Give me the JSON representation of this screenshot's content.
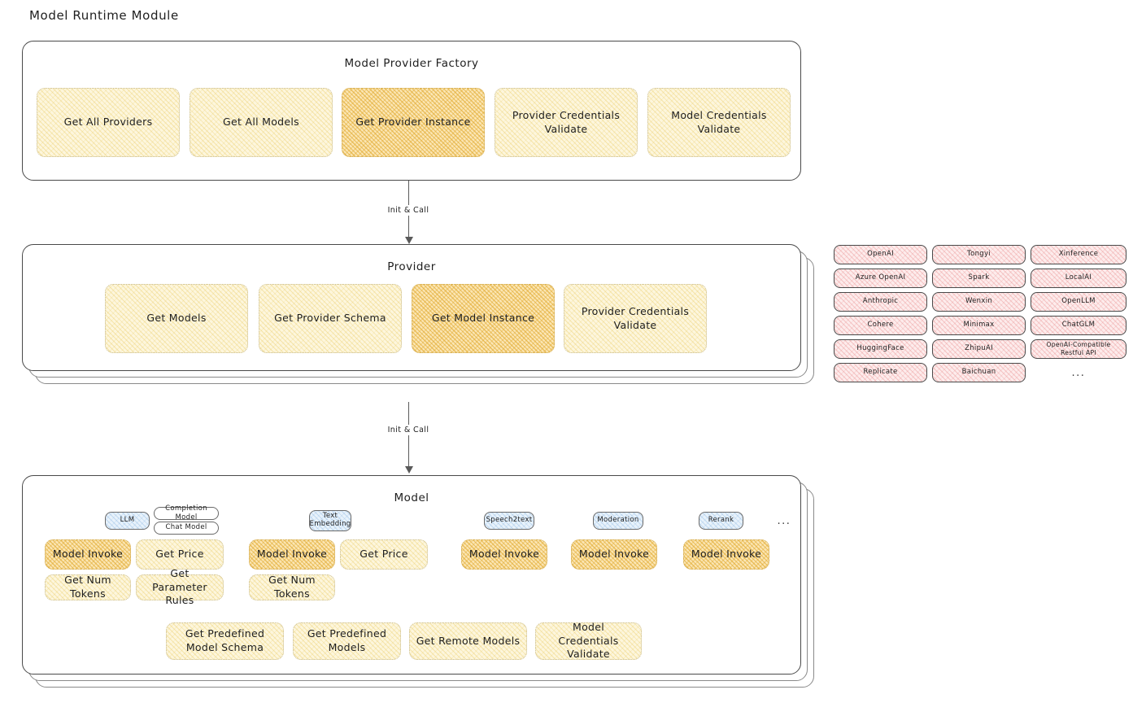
{
  "diagram": {
    "title": "Model Runtime Module",
    "connector_label": "Init & Call",
    "ellipsis": "..."
  },
  "colors": {
    "node_light": "#fdf6dd",
    "node_highlight": "#fbe6b4",
    "provider_chip": "#fdecec",
    "model_type_chip": "#e8f2fb",
    "panel_border": "#4a4a4a",
    "text": "#1e1e1e"
  },
  "factory": {
    "title": "Model Provider Factory",
    "nodes": [
      {
        "label": "Get All Providers",
        "highlight": false
      },
      {
        "label": "Get All Models",
        "highlight": false
      },
      {
        "label": "Get Provider Instance",
        "highlight": true
      },
      {
        "label": "Provider Credentials Validate",
        "highlight": false
      },
      {
        "label": "Model Credentials Validate",
        "highlight": false
      }
    ]
  },
  "provider": {
    "title": "Provider",
    "nodes": [
      {
        "label": "Get Models",
        "highlight": false
      },
      {
        "label": "Get Provider Schema",
        "highlight": false
      },
      {
        "label": "Get Model Instance",
        "highlight": true
      },
      {
        "label": "Provider Credentials Validate",
        "highlight": false
      }
    ]
  },
  "provider_list": {
    "columns": [
      [
        "OpenAI",
        "Azure OpenAI",
        "Anthropic",
        "Cohere",
        "HuggingFace",
        "Replicate"
      ],
      [
        "Tongyi",
        "Spark",
        "Wenxin",
        "Minimax",
        "ZhipuAI",
        "Baichuan"
      ],
      [
        "Xinference",
        "LocalAI",
        "OpenLLM",
        "ChatGLM",
        "OpenAI-Compatible Restful API"
      ]
    ],
    "more": "..."
  },
  "model": {
    "title": "Model",
    "more": "...",
    "groups": [
      {
        "type": "LLM",
        "subtypes": [
          "Completion Model",
          "Chat Model"
        ],
        "nodes": [
          {
            "label": "Model Invoke",
            "highlight": true
          },
          {
            "label": "Get Price",
            "highlight": false
          },
          {
            "label": "Get Num Tokens",
            "highlight": false
          },
          {
            "label": "Get Parameter Rules",
            "highlight": false
          }
        ]
      },
      {
        "type": "Text Embedding",
        "subtypes": [],
        "nodes": [
          {
            "label": "Model Invoke",
            "highlight": true
          },
          {
            "label": "Get Price",
            "highlight": false
          },
          {
            "label": "Get Num Tokens",
            "highlight": false
          }
        ]
      },
      {
        "type": "Speech2text",
        "subtypes": [],
        "nodes": [
          {
            "label": "Model Invoke",
            "highlight": true
          }
        ]
      },
      {
        "type": "Moderation",
        "subtypes": [],
        "nodes": [
          {
            "label": "Model Invoke",
            "highlight": true
          }
        ]
      },
      {
        "type": "Rerank",
        "subtypes": [],
        "nodes": [
          {
            "label": "Model Invoke",
            "highlight": true
          }
        ]
      }
    ],
    "common_nodes": [
      {
        "label": "Get Predefined Model Schema"
      },
      {
        "label": "Get Predefined Models"
      },
      {
        "label": "Get Remote Models"
      },
      {
        "label": "Model Credentials Validate"
      }
    ]
  }
}
